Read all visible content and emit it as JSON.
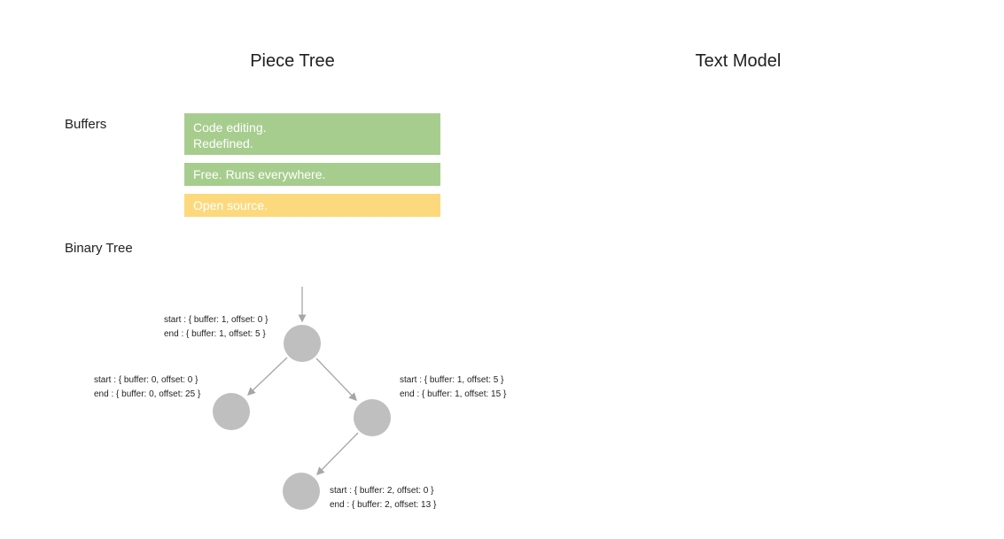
{
  "titles": {
    "left": "Piece Tree",
    "right": "Text Model"
  },
  "buffers_section": {
    "label": "Buffers",
    "boxes": [
      {
        "name": "buffer-1",
        "fill": "#a7cd8e",
        "text_color": "#ffffff",
        "lines": [
          "Code editing.",
          "Redefined."
        ]
      },
      {
        "name": "buffer-2",
        "fill": "#a7cd8e",
        "text_color": "#ffffff",
        "lines": [
          "Free. Runs everywhere."
        ]
      },
      {
        "name": "buffer-3",
        "fill": "#fcd97d",
        "text_color": "#ffffff",
        "lines": [
          "Open source."
        ]
      }
    ]
  },
  "tree_section": {
    "label": "Binary Tree",
    "node_fill": "#bfbfbf",
    "edge_color": "#a6a6a6",
    "nodes": [
      {
        "id": "root",
        "start": "start : { buffer: 1, offset: 0 }",
        "end": "end : { buffer: 1, offset: 5 }"
      },
      {
        "id": "left-child",
        "start": "start : { buffer: 0, offset: 0 }",
        "end": "end : { buffer: 0, offset: 25 }"
      },
      {
        "id": "right-child",
        "start": "start : { buffer: 1, offset: 5 }",
        "end": "end : { buffer: 1, offset: 15 }"
      },
      {
        "id": "bottom-child",
        "start": "start : { buffer: 2, offset: 0 }",
        "end": "end : { buffer: 2, offset: 13 }"
      }
    ]
  }
}
